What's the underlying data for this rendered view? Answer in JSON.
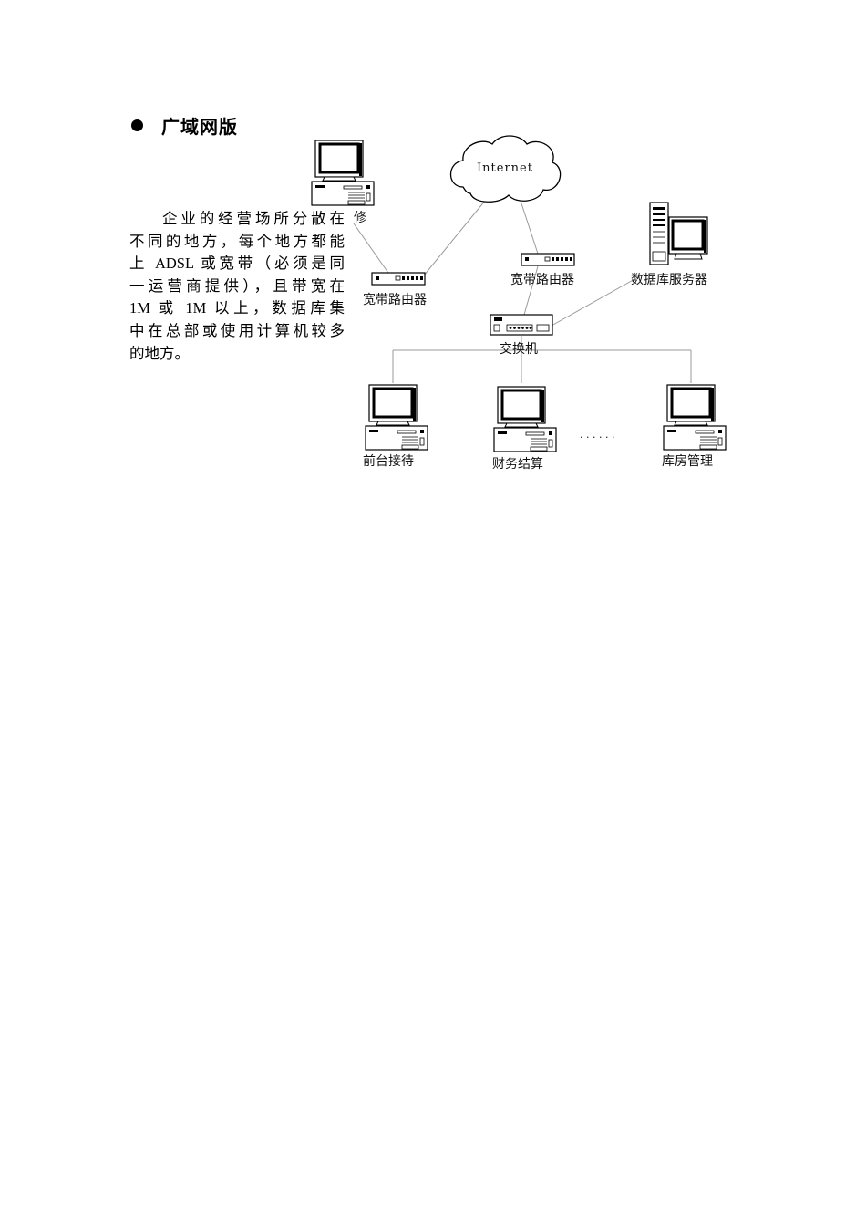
{
  "heading": {
    "bullet_icon": "filled-circle-icon",
    "text": "广域网版"
  },
  "paragraph": {
    "lines": [
      "企业的经营场所分散在",
      "不同的地方，每个地方都能",
      "上 ADSL 或宽带（必须是同",
      "一运营商提供），且带宽在",
      "1M 或 1M 以上，数据库集",
      "中在总部或使用计算机较多",
      "的地方。"
    ]
  },
  "diagram": {
    "cloud_label": "Internet",
    "remote_pc_label": "修",
    "router_left_label": "宽带路由器",
    "router_right_label": "宽带路由器",
    "db_server_label": "数据库服务器",
    "switch_label": "交换机",
    "client_pcs": [
      "前台接待",
      "财务结算",
      "库房管理"
    ],
    "ellipsis": "· · · · · ·",
    "line_color": "#9a9a9a"
  }
}
